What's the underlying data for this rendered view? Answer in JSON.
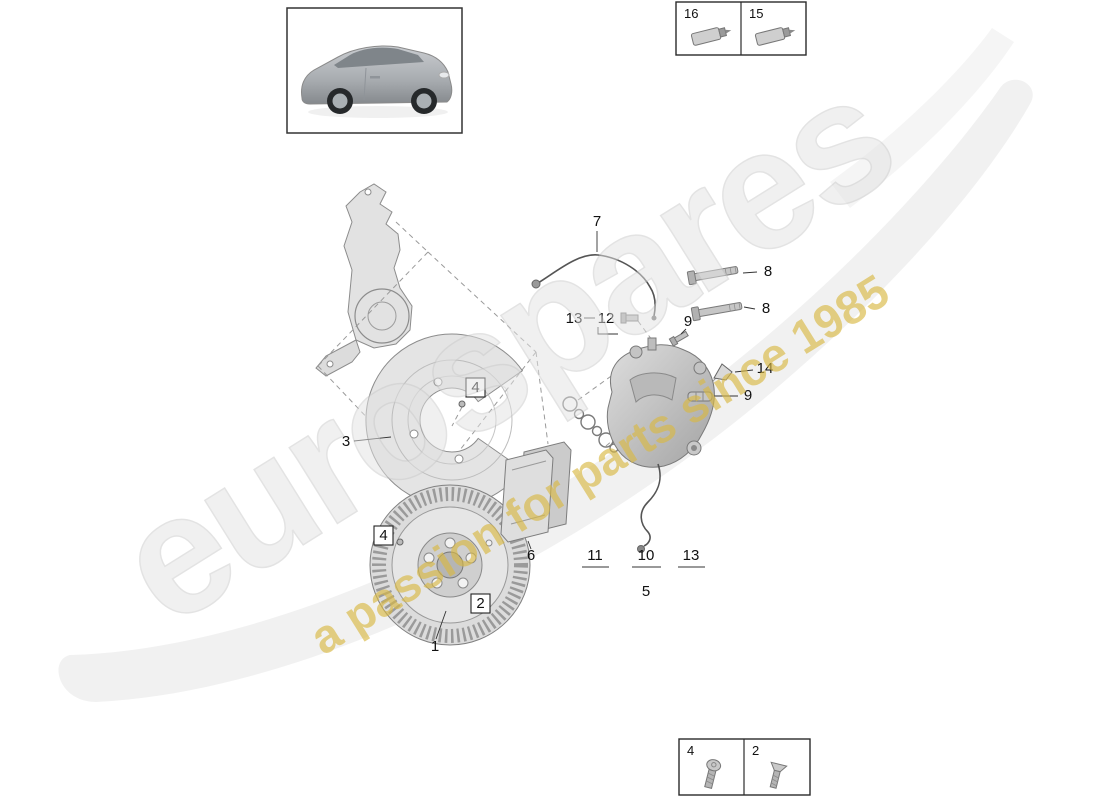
{
  "watermark": {
    "brand": "eurospares",
    "tagline": "a passion for parts since 1985",
    "brand_color": "#e2e2e2",
    "tagline_color": "#d9b945"
  },
  "legend_top_right": {
    "items": [
      {
        "label": "16",
        "icon": "grease-tube-icon"
      },
      {
        "label": "15",
        "icon": "grease-tube-icon"
      }
    ]
  },
  "legend_bottom_right": {
    "items": [
      {
        "label": "4",
        "icon": "pan-head-screw-icon"
      },
      {
        "label": "2",
        "icon": "countersunk-screw-icon"
      }
    ]
  },
  "labels": {
    "brake_disc": "1",
    "disc_screw": "2",
    "splash_shield": "3",
    "shield_screw_top": "4",
    "shield_screw_bottom": "4",
    "caliper": "5",
    "brake_pads": "6",
    "wear_sensor": "7",
    "guide_pin_top": "8",
    "guide_pin_bottom": "8",
    "bleeder_top": "9",
    "bleeder_bottom": "9",
    "seal_10": "10",
    "ring_11": "11",
    "banjo_bolt": "12",
    "washer_13_top": "13",
    "washer_13_bottom": "13",
    "retaining_clip": "14"
  }
}
